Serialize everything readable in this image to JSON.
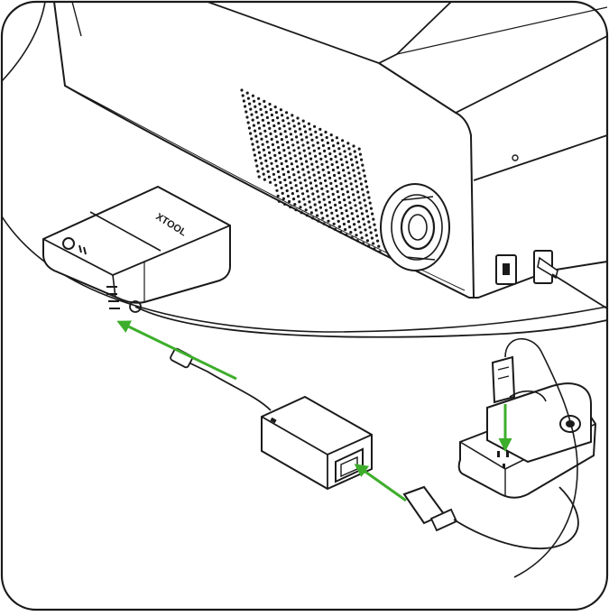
{
  "figure": {
    "accent_color": "#3dae2b",
    "line_color": "#1a1a1a",
    "frame": "rounded-panel"
  },
  "purifier": {
    "brand_text": "XTOOL",
    "power_icon": "power-button-icon"
  },
  "laser_machine": {
    "rocker_switch_icon": "rocker-switch-icon",
    "vent_icon": "exhaust-fan-icon"
  },
  "adapter": {
    "label": "power-adapter"
  },
  "arrows": [
    "dc-plug-into-purifier",
    "ac-cord-into-adapter",
    "plug-into-power-strip"
  ]
}
